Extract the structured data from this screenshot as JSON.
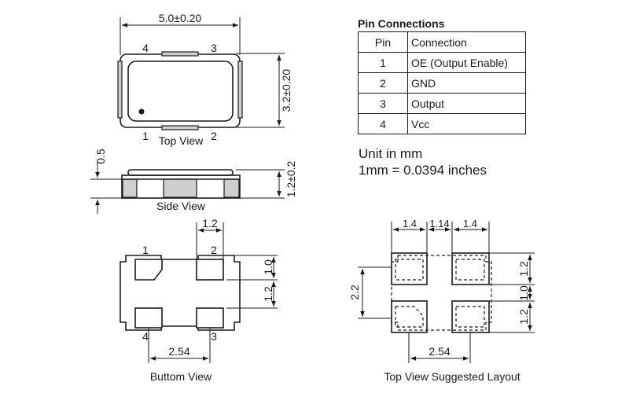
{
  "top_view": {
    "width_dim": "5.0±0.20",
    "height_dim": "3.2±0.20",
    "pin_top_left": "4",
    "pin_top_right": "3",
    "pin_bottom_left": "1",
    "pin_bottom_right": "2",
    "caption": "Top View"
  },
  "side_view": {
    "thickness_dim": "0.5",
    "height_dim": "1.2±0.2",
    "caption": "Side View"
  },
  "bottom_view": {
    "pad_width_dim": "1.2",
    "pad_height_dim": "1.0",
    "pad_gap_dim": "1.2",
    "pitch_dim": "2.54",
    "pin_1": "1",
    "pin_2": "2",
    "pin_3": "3",
    "pin_4": "4",
    "caption": "Buttom View"
  },
  "layout_view": {
    "dim_left": "1.4",
    "dim_mid": "1.14",
    "dim_right": "1.4",
    "dim_total_height": "2.2",
    "dim_pad_top": "1.2",
    "dim_gap": "1.0",
    "dim_pad_bottom": "1.2",
    "pitch_dim": "2.54",
    "caption": "Top View Suggested Layout"
  },
  "pin_connections": {
    "title": "Pin Connections",
    "header_pin": "Pin",
    "header_connection": "Connection",
    "rows": [
      {
        "pin": "1",
        "connection": "OE (Output Enable)"
      },
      {
        "pin": "2",
        "connection": "GND"
      },
      {
        "pin": "3",
        "connection": "Output"
      },
      {
        "pin": "4",
        "connection": "Vcc"
      }
    ]
  },
  "notes": {
    "unit": "Unit in mm",
    "conversion": "1mm = 0.0394 inches"
  }
}
